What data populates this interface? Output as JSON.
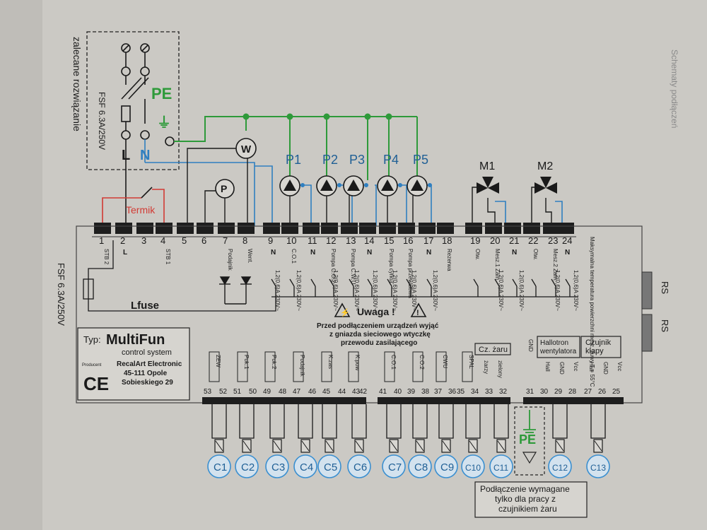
{
  "page_header": "Schematy podłączeń",
  "fuse_box": {
    "caption_line1": "FSF 6.3A/250V",
    "caption_line2": "zalecane rozwiązanie"
  },
  "pe_label": "PE",
  "pe_symbol": "⏚",
  "l_label": "L",
  "n_label": "N",
  "w_label": "W",
  "p_label": "P",
  "termik_label": "Termik",
  "pumps": [
    "P1",
    "P2",
    "P3",
    "P4",
    "P5"
  ],
  "mixers": [
    "M1",
    "M2"
  ],
  "top_terminals": [
    "1",
    "2",
    "3",
    "4",
    "5",
    "6",
    "7",
    "8",
    "9",
    "10",
    "11",
    "12",
    "13",
    "14",
    "15",
    "16",
    "17",
    "18",
    "19",
    "20",
    "21",
    "22",
    "23",
    "24"
  ],
  "top_terminal_labels": [
    "STB 2",
    "L",
    "",
    "STB 1",
    "",
    "",
    "Podajnik",
    "Went.",
    "N",
    "C.O.1",
    "N",
    "Pompa C.O.2",
    "Pompa C.W.U",
    "N",
    "Pompa cyrkul.",
    "Pompa przewałowa",
    "N",
    "Rezerwa",
    "Otw.",
    "Mesz.1 Zam.",
    "N",
    "Otw.",
    "Mesz.2 Zam.",
    "N"
  ],
  "rating": "1,2(0,6)A 230V~",
  "lfuse_label": "Lfuse",
  "left_fuse_label": "FSF 6.3A/250V",
  "warning": {
    "title": "Uwaga !",
    "line1": "Przed podłączeniem urządzeń wyjąć",
    "line2": "z gniazda sieciowego wtyczkę",
    "line3": "przewodu zasilającego"
  },
  "mix_note": "Maksymalna temperatura powierzchni mesz. żuwy T = 55°C",
  "rs_labels": [
    "RS",
    "RS"
  ],
  "device": {
    "typ_prefix": "Typ:",
    "name": "MultiFun",
    "subtitle": "control system",
    "producer_label": "Producent",
    "producer_name": "RecalArt Electronic",
    "producer_city": "45-111 Opole",
    "producer_street": "Sobieskiego 29",
    "ce_mark": "CE"
  },
  "sensor_tags": [
    "ZEW",
    "Pok.1",
    "Pok.2",
    "Podajnik",
    "K.zas",
    "K.pow",
    "C.O.1",
    "C.O.2",
    "CWU",
    "SPAL"
  ],
  "cz_zaru": {
    "title": "Cz. żaru",
    "sub1": "żarzy",
    "sub2": "zielony"
  },
  "gnd_label": "GND",
  "hall_box": {
    "title_line1": "Hallotron",
    "title_line2": "wentylatora",
    "pins": [
      "Hall",
      "GND",
      "Vcc"
    ]
  },
  "flap_box": {
    "title_line1": "Czujnik",
    "title_line2": "klapy",
    "pins": [
      "Hall",
      "GND",
      "Vcc"
    ]
  },
  "bottom_terminals": [
    "53",
    "52",
    "51",
    "50",
    "49",
    "48",
    "47",
    "46",
    "45",
    "44",
    "43",
    "42",
    "41",
    "40",
    "39",
    "38",
    "37",
    "36",
    "35",
    "34",
    "33",
    "32",
    "31",
    "30",
    "29",
    "28",
    "27",
    "26",
    "25"
  ],
  "connectors": [
    "C1",
    "C2",
    "C3",
    "C4",
    "C5",
    "C6",
    "C7",
    "C8",
    "C9",
    "C10",
    "C11",
    "C12",
    "C13"
  ],
  "pe_bottom_label": "PE",
  "note": {
    "line1": "Podłączenie wymagane",
    "line2": "tylko dla pracy z",
    "line3": "czujnikiem żaru"
  },
  "colors": {
    "green": "#2e9a3a",
    "blue": "#2f7fc0",
    "red": "#d23a34",
    "ink": "#1a1a1a",
    "terminal": "#1e1e1e",
    "circle": "#3a8fd0"
  }
}
